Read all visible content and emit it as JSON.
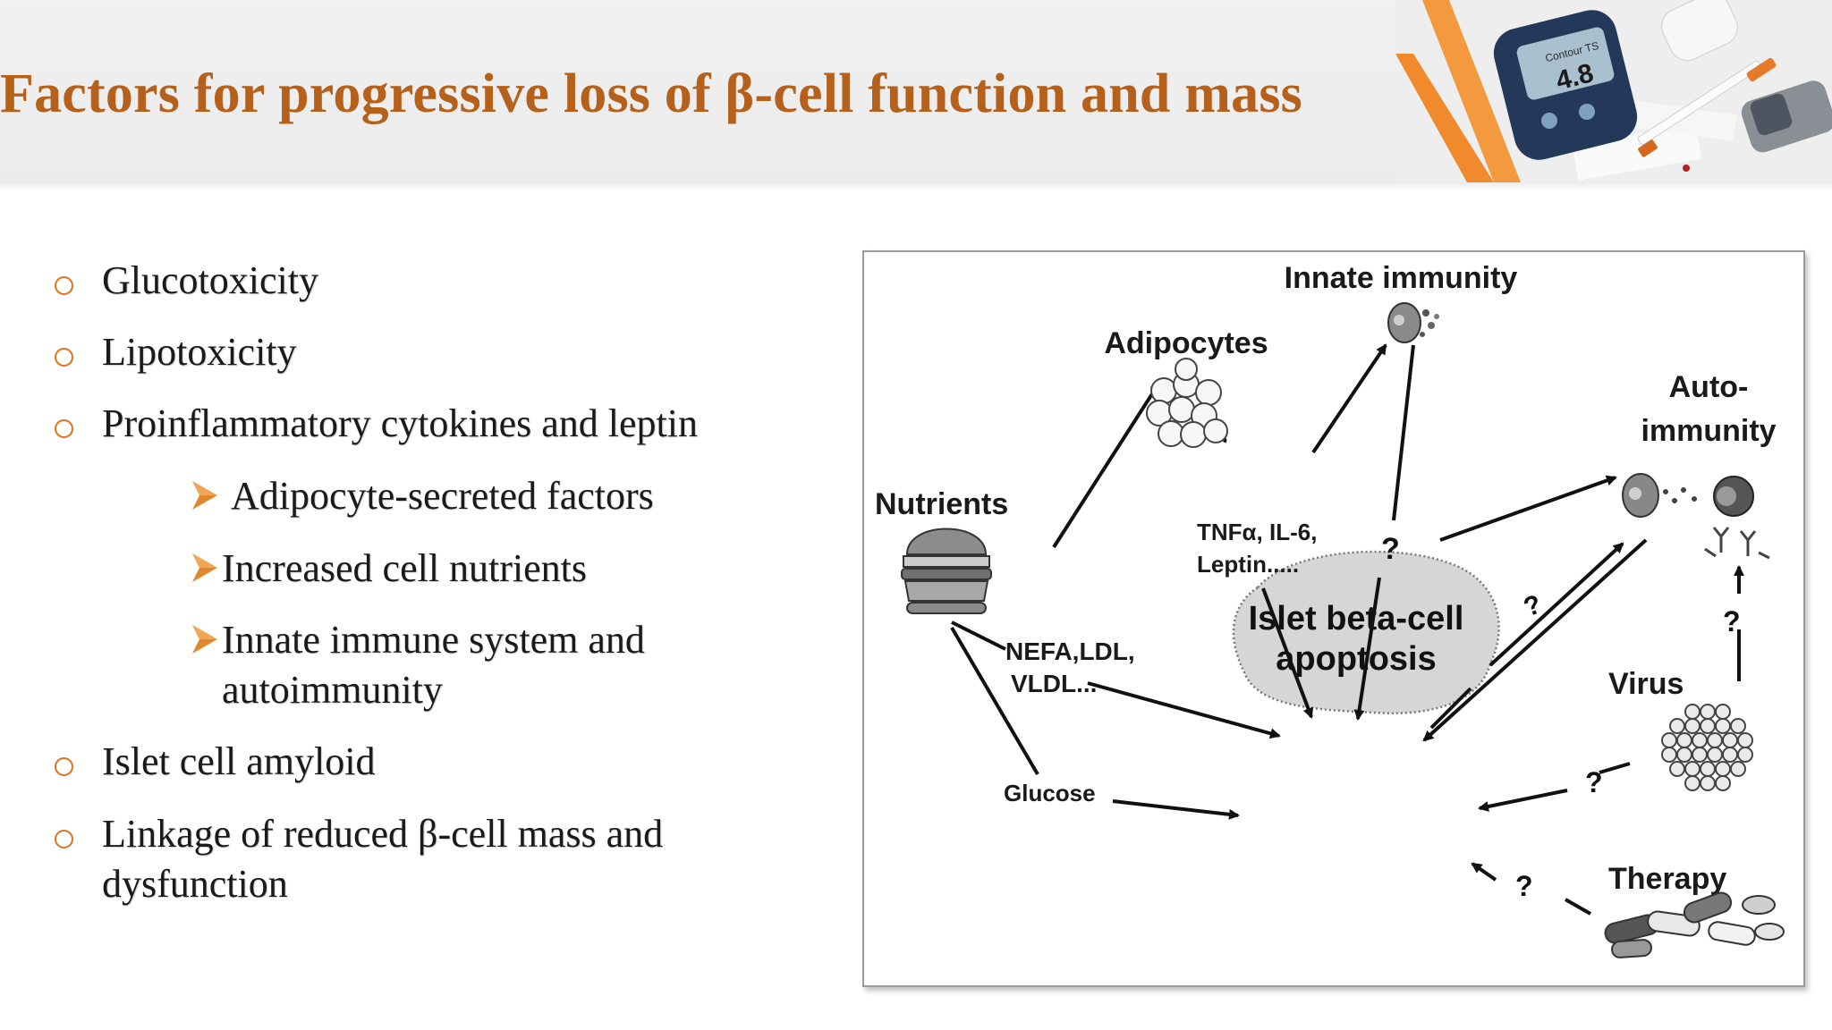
{
  "slide": {
    "title": "Factors for progressive loss of β-cell function and mass"
  },
  "bullets": [
    {
      "text": "Glucotoxicity"
    },
    {
      "text": "Lipotoxicity"
    },
    {
      "text": "Proinflammatory cytokines and leptin"
    },
    {
      "text": "Adipocyte-secreted factors"
    },
    {
      "text": "Increased cell nutrients"
    },
    {
      "text": "Innate immune system and"
    },
    {
      "text": "autoimmunity"
    },
    {
      "text": "Islet cell amyloid"
    },
    {
      "text": "Linkage of reduced β-cell mass and"
    },
    {
      "text": "dysfunction"
    }
  ],
  "photo": {
    "meter_brand": "Contour TS",
    "meter_reading": "4.8"
  },
  "diagram": {
    "nodes": {
      "innate_immunity": "Innate immunity",
      "adipocytes": "Adipocytes",
      "auto_immunity_1": "Auto-",
      "auto_immunity_2": "immunity",
      "nutrients": "Nutrients",
      "cytokines_1": "TNFα, IL-6,",
      "cytokines_2": "Leptin.....",
      "lipids_1": "NEFA,LDL,",
      "lipids_2": "VLDL...",
      "glucose": "Glucose",
      "virus": "Virus",
      "therapy": "Therapy",
      "islet_1": "Islet beta-cell",
      "islet_2": "apoptosis"
    },
    "question_mark": "?"
  },
  "colors": {
    "title": "#b5611b",
    "bullet": "#d9731f",
    "header_bg": "#ededed",
    "accent_orange": "#f08a2c"
  }
}
